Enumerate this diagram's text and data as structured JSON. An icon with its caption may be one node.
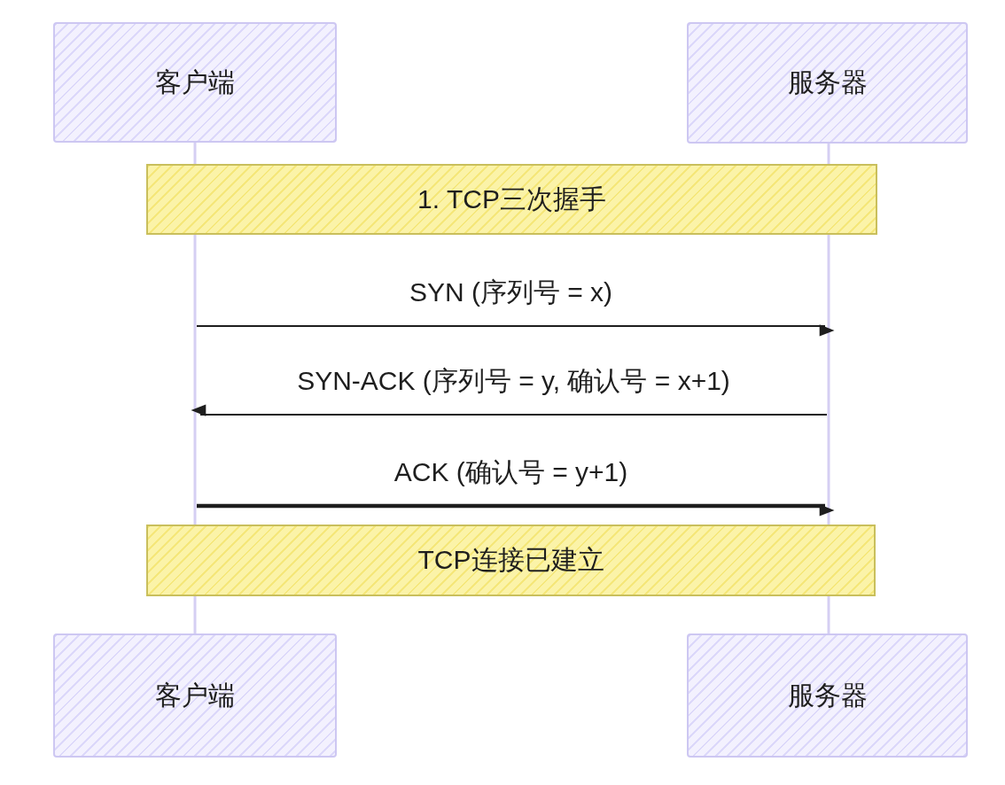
{
  "diagram": {
    "nodes": [
      {
        "text": [
          "客户端"
        ]
      },
      {
        "text": [
          "服务器"
        ]
      },
      {
        "text": [
          "1. TCP三次握手"
        ]
      },
      {
        "text": [
          "TCP连接已建立"
        ]
      },
      {
        "text": [
          "客户端"
        ]
      },
      {
        "text": [
          "服务器"
        ]
      }
    ],
    "edges": [
      {
        "from": 0,
        "to": 2,
        "arrow": "none",
        "color": "#d5cff3"
      },
      {
        "from": 2,
        "to": 3,
        "arrow": "none",
        "color": "#d5cff3"
      },
      {
        "from": 3,
        "to": 4,
        "arrow": "none",
        "color": "#d5cff3"
      },
      {
        "from": 1,
        "to": 2,
        "arrow": "none",
        "color": "#d5cff3"
      },
      {
        "from": 2,
        "to": 3,
        "arrow": "none",
        "color": "#d5cff3"
      },
      {
        "from": 3,
        "to": 5,
        "arrow": "none",
        "color": "#d5cff3"
      }
    ],
    "labels": [
      "SYN (序列号 = x)",
      "SYN-ACK (序列号 = y, 确认号 = x+1)",
      "ACK (确认号 = y+1)"
    ]
  }
}
